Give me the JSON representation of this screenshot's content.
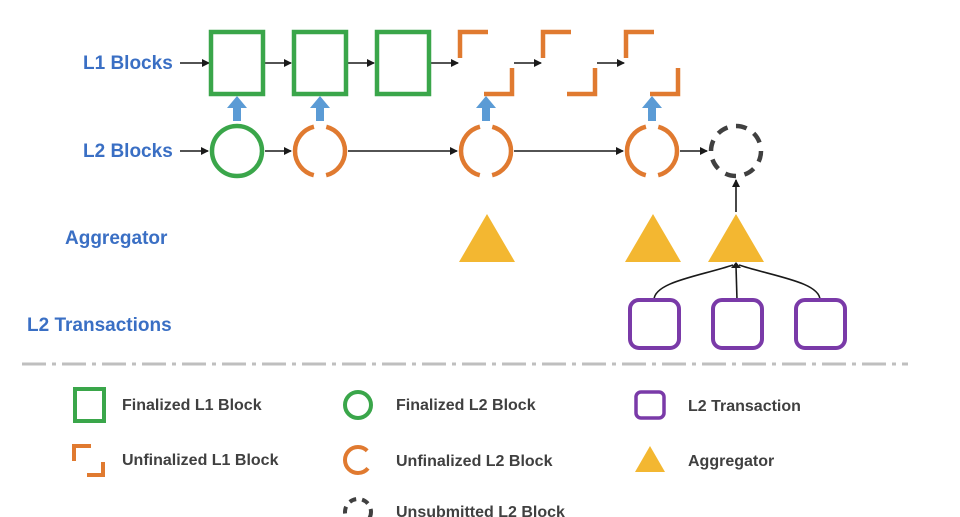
{
  "colors": {
    "label_blue": "#3a6fc4",
    "finalized_green": "#3aa64a",
    "unfinalized_orange": "#e07a30",
    "unsubmitted_gray": "#404040",
    "transaction_purple": "#7a3aa8",
    "aggregator_yellow": "#f3b731",
    "submit_arrow_blue": "#5b9bd5",
    "separator_gray": "#bfbfbf",
    "edge_black": "#1a1a1a"
  },
  "rows": {
    "l1_blocks": "L1 Blocks",
    "l2_blocks": "L2 Blocks",
    "aggregator": "Aggregator",
    "l2_transactions": "L2 Transactions"
  },
  "legend": {
    "finalized_l1_block": "Finalized L1 Block",
    "unfinalized_l1_block": "Unfinalized L1 Block",
    "finalized_l2_block": "Finalized L2 Block",
    "unfinalized_l2_block": "Unfinalized L2 Block",
    "unsubmitted_l2_block": "Unsubmitted L2 Block",
    "l2_transaction": "L2 Transaction",
    "aggregator": "Aggregator"
  },
  "icons": [
    "finalized-l1-block-icon",
    "unfinalized-l1-block-icon",
    "finalized-l2-block-icon",
    "unfinalized-l2-block-icon",
    "unsubmitted-l2-block-icon",
    "l2-transaction-icon",
    "aggregator-icon",
    "submit-arrow-icon"
  ]
}
